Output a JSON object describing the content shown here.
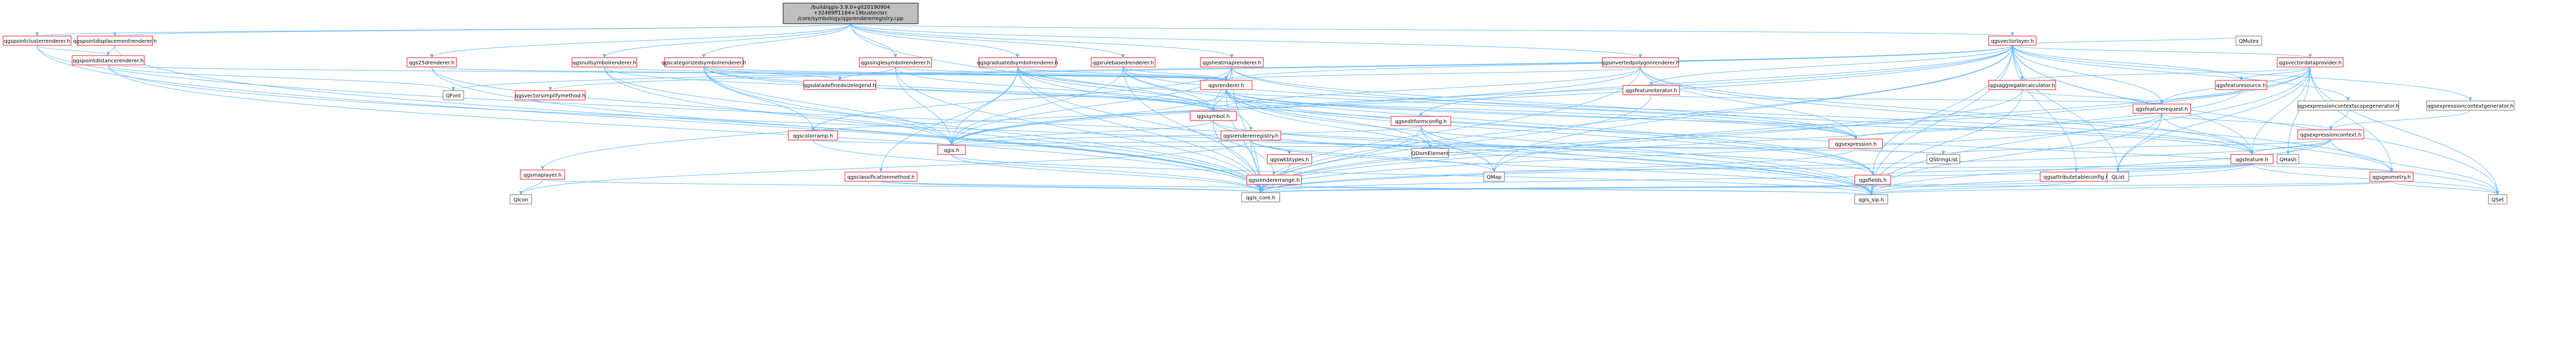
{
  "root": "/build/qgis-3.9.0+git20190904+32489ff1184+19buster/src/core/symbology/qgsrendererregistry.cpp",
  "nodes": [
    {
      "id": "root",
      "label": "/build/qgis-3.9.0+git20190904+32489ff1184+19buster/src/core/symbology/qgsrendererregistry.cpp",
      "kind": "root"
    },
    {
      "id": "pointcluster",
      "label": "qgspointclusterrenderer.h",
      "kind": "red"
    },
    {
      "id": "pointdisplacement",
      "label": "qgspointdisplacementrenderer.h",
      "kind": "red"
    },
    {
      "id": "pointdistance",
      "label": "qgspointdistancerenderer.h",
      "kind": "red"
    },
    {
      "id": "r25d",
      "label": "qgs25drenderer.h",
      "kind": "red"
    },
    {
      "id": "nullsymbol",
      "label": "qgsnullsymbolrenderer.h",
      "kind": "red"
    },
    {
      "id": "categorized",
      "label": "qgscategorizedsymbolrenderer.h",
      "kind": "red"
    },
    {
      "id": "singlesymbol",
      "label": "qgssinglesymbolrenderer.h",
      "kind": "red"
    },
    {
      "id": "graduated",
      "label": "qgsgraduatedsymbolrenderer.h",
      "kind": "red"
    },
    {
      "id": "rulebased",
      "label": "qgsrulebasedrenderer.h",
      "kind": "red"
    },
    {
      "id": "heatmap",
      "label": "qgsheatmaprenderer.h",
      "kind": "red"
    },
    {
      "id": "invertedpolygon",
      "label": "qgsinvertedpolygonrenderer.h",
      "kind": "red"
    },
    {
      "id": "vectorlayer",
      "label": "qgsvectorlayer.h",
      "kind": "red"
    },
    {
      "id": "qfont",
      "label": "QFont",
      "kind": "plain"
    },
    {
      "id": "vectorsimplify",
      "label": "qgsvectorsimplifymethod.h",
      "kind": "red"
    },
    {
      "id": "datadefinedlegend",
      "label": "qgsdatadefinedsizelegend.h",
      "kind": "red"
    },
    {
      "id": "renderer",
      "label": "qgsrenderer.h",
      "kind": "red"
    },
    {
      "id": "symbol",
      "label": "qgssymbol.h",
      "kind": "red"
    },
    {
      "id": "colorramp",
      "label": "qgscolorramp.h",
      "kind": "red"
    },
    {
      "id": "rendererregistry",
      "label": "qgsrendererregistry.h",
      "kind": "red"
    },
    {
      "id": "qgis",
      "label": "qgis.h",
      "kind": "red"
    },
    {
      "id": "mapmaplayer",
      "label": "qgsmaplayer.h",
      "kind": "red"
    },
    {
      "id": "qicon",
      "label": "QIcon",
      "kind": "plain"
    },
    {
      "id": "classificationmethod",
      "label": "qgsclassificationmethod.h",
      "kind": "red"
    },
    {
      "id": "wkbtypes",
      "label": "qgswkbtypes.h",
      "kind": "red"
    },
    {
      "id": "rendererrange",
      "label": "qgsrendererrange.h",
      "kind": "red"
    },
    {
      "id": "editformconfig",
      "label": "qgseditformconfig.h",
      "kind": "red"
    },
    {
      "id": "qdomelement",
      "label": "QDomElement",
      "kind": "plain"
    },
    {
      "id": "qmap",
      "label": "QMap",
      "kind": "plain"
    },
    {
      "id": "featureiterator",
      "label": "qgsfeatureiterator.h",
      "kind": "red"
    },
    {
      "id": "vectordataprovider",
      "label": "qgsvectordataprovider.h",
      "kind": "red"
    },
    {
      "id": "aggregatecalculator",
      "label": "qgsaggregatecalculator.h",
      "kind": "red"
    },
    {
      "id": "featurerequest",
      "label": "qgsfeaturerequest.h",
      "kind": "red"
    },
    {
      "id": "featuresource",
      "label": "qgsfeaturesource.h",
      "kind": "red"
    },
    {
      "id": "expressioncontextscopegen",
      "label": "qgsexpressioncontextscopegenerator.h",
      "kind": "plain"
    },
    {
      "id": "expressioncontextgen",
      "label": "qgsexpressioncontextgenerator.h",
      "kind": "plain"
    },
    {
      "id": "expressioncontext",
      "label": "qgsexpressioncontext.h",
      "kind": "red"
    },
    {
      "id": "expression",
      "label": "qgsexpression.h",
      "kind": "red"
    },
    {
      "id": "qstringlist",
      "label": "QStringList",
      "kind": "plain"
    },
    {
      "id": "qhash",
      "label": "QHash",
      "kind": "plain"
    },
    {
      "id": "feature",
      "label": "qgsfeature.h",
      "kind": "red"
    },
    {
      "id": "fields",
      "label": "qgsfields.h",
      "kind": "red"
    },
    {
      "id": "attributetableconfig",
      "label": "qgsattributetableconfig.h",
      "kind": "red"
    },
    {
      "id": "geometry",
      "label": "qgsgeometry.h",
      "kind": "red"
    },
    {
      "id": "qlist",
      "label": "QList",
      "kind": "plain"
    },
    {
      "id": "qmutex",
      "label": "QMutex",
      "kind": "plain"
    },
    {
      "id": "qset",
      "label": "QSet",
      "kind": "plain"
    },
    {
      "id": "core",
      "label": "qgis_core.h",
      "kind": "plain"
    },
    {
      "id": "sip",
      "label": "qgis_sip.h",
      "kind": "plain"
    }
  ],
  "edges": [
    [
      "root",
      "pointcluster"
    ],
    [
      "root",
      "pointdisplacement"
    ],
    [
      "root",
      "r25d"
    ],
    [
      "root",
      "nullsymbol"
    ],
    [
      "root",
      "categorized"
    ],
    [
      "root",
      "singlesymbol"
    ],
    [
      "root",
      "graduated"
    ],
    [
      "root",
      "rulebased"
    ],
    [
      "root",
      "heatmap"
    ],
    [
      "root",
      "invertedpolygon"
    ],
    [
      "root",
      "vectorlayer"
    ],
    [
      "root",
      "rendererregistry"
    ],
    [
      "pointcluster",
      "pointdistance"
    ],
    [
      "pointcluster",
      "core"
    ],
    [
      "pointcluster",
      "sip"
    ],
    [
      "pointdisplacement",
      "pointdistance"
    ],
    [
      "pointdisplacement",
      "core"
    ],
    [
      "pointdistance",
      "renderer"
    ],
    [
      "pointdistance",
      "qfont"
    ],
    [
      "pointdistance",
      "core"
    ],
    [
      "pointdistance",
      "sip"
    ],
    [
      "r25d",
      "renderer"
    ],
    [
      "r25d",
      "core"
    ],
    [
      "r25d",
      "qgis"
    ],
    [
      "nullsymbol",
      "renderer"
    ],
    [
      "nullsymbol",
      "symbol"
    ],
    [
      "nullsymbol",
      "core"
    ],
    [
      "nullsymbol",
      "qgis"
    ],
    [
      "categorized",
      "renderer"
    ],
    [
      "categorized",
      "symbol"
    ],
    [
      "categorized",
      "datadefinedlegend"
    ],
    [
      "categorized",
      "expression"
    ],
    [
      "categorized",
      "core"
    ],
    [
      "categorized",
      "qgis"
    ],
    [
      "categorized",
      "colorramp"
    ],
    [
      "singlesymbol",
      "renderer"
    ],
    [
      "singlesymbol",
      "symbol"
    ],
    [
      "singlesymbol",
      "datadefinedlegend"
    ],
    [
      "singlesymbol",
      "core"
    ],
    [
      "singlesymbol",
      "qgis"
    ],
    [
      "graduated",
      "renderer"
    ],
    [
      "graduated",
      "symbol"
    ],
    [
      "graduated",
      "classificationmethod"
    ],
    [
      "graduated",
      "rendererrange"
    ],
    [
      "graduated",
      "expression"
    ],
    [
      "graduated",
      "fields"
    ],
    [
      "graduated",
      "core"
    ],
    [
      "graduated",
      "qgis"
    ],
    [
      "rulebased",
      "renderer"
    ],
    [
      "rulebased",
      "symbol"
    ],
    [
      "rulebased",
      "fields"
    ],
    [
      "rulebased",
      "feature"
    ],
    [
      "rulebased",
      "core"
    ],
    [
      "rulebased",
      "qgis"
    ],
    [
      "heatmap",
      "renderer"
    ],
    [
      "heatmap",
      "symbol"
    ],
    [
      "heatmap",
      "expression"
    ],
    [
      "heatmap",
      "geometry"
    ],
    [
      "heatmap",
      "core"
    ],
    [
      "heatmap",
      "qgis"
    ],
    [
      "heatmap",
      "colorramp"
    ],
    [
      "invertedpolygon",
      "renderer"
    ],
    [
      "invertedpolygon",
      "symbol"
    ],
    [
      "invertedpolygon",
      "expression"
    ],
    [
      "invertedpolygon",
      "feature"
    ],
    [
      "invertedpolygon",
      "geometry"
    ],
    [
      "invertedpolygon",
      "core"
    ],
    [
      "invertedpolygon",
      "qgis"
    ],
    [
      "vectorlayer",
      "qmutex"
    ],
    [
      "vectorlayer",
      "qset"
    ],
    [
      "vectorlayer",
      "qlist"
    ],
    [
      "vectorlayer",
      "qmap"
    ],
    [
      "vectorlayer",
      "qfont"
    ],
    [
      "vectorlayer",
      "vectorsimplify"
    ],
    [
      "vectorlayer",
      "mapmaplayer"
    ],
    [
      "vectorlayer",
      "renderer"
    ],
    [
      "vectorlayer",
      "featureiterator"
    ],
    [
      "vectorlayer",
      "vectordataprovider"
    ],
    [
      "vectorlayer",
      "aggregatecalculator"
    ],
    [
      "vectorlayer",
      "featurerequest"
    ],
    [
      "vectorlayer",
      "featuresource"
    ],
    [
      "vectorlayer",
      "expressioncontextscopegen"
    ],
    [
      "vectorlayer",
      "expressioncontextgen"
    ],
    [
      "vectorlayer",
      "editformconfig"
    ],
    [
      "vectorlayer",
      "attributetableconfig"
    ],
    [
      "vectorlayer",
      "fields"
    ],
    [
      "vectorlayer",
      "feature"
    ],
    [
      "vectorlayer",
      "core"
    ],
    [
      "vectorlayer",
      "sip"
    ],
    [
      "vectorlayer",
      "qgis"
    ],
    [
      "renderer",
      "symbol"
    ],
    [
      "renderer",
      "fields"
    ],
    [
      "renderer",
      "feature"
    ],
    [
      "renderer",
      "expression"
    ],
    [
      "renderer",
      "qdomelement"
    ],
    [
      "renderer",
      "qset"
    ],
    [
      "renderer",
      "qmap"
    ],
    [
      "renderer",
      "core"
    ],
    [
      "renderer",
      "sip"
    ],
    [
      "renderer",
      "qgis"
    ],
    [
      "symbol",
      "qgis"
    ],
    [
      "symbol",
      "core"
    ],
    [
      "symbol",
      "sip"
    ],
    [
      "symbol",
      "fields"
    ],
    [
      "colorramp",
      "qgis"
    ],
    [
      "colorramp",
      "core"
    ],
    [
      "rendererregistry",
      "core"
    ],
    [
      "rendererregistry",
      "qgis"
    ],
    [
      "rendererregistry",
      "qmap"
    ],
    [
      "rendererregistry",
      "qstringlist"
    ],
    [
      "rendererregistry",
      "qdomelement"
    ],
    [
      "rendererregistry",
      "qicon"
    ],
    [
      "rendererregistry",
      "wkbtypes"
    ],
    [
      "rendererregistry",
      "sip"
    ],
    [
      "qgis",
      "core"
    ],
    [
      "qgis",
      "sip"
    ],
    [
      "mapmaplayer",
      "core"
    ],
    [
      "mapmaplayer",
      "qicon"
    ],
    [
      "classificationmethod",
      "core"
    ],
    [
      "classificationmethod",
      "sip"
    ],
    [
      "wkbtypes",
      "core"
    ],
    [
      "rendererrange",
      "core"
    ],
    [
      "rendererrange",
      "sip"
    ],
    [
      "editformconfig",
      "core"
    ],
    [
      "editformconfig",
      "qmap"
    ],
    [
      "editformconfig",
      "qdomelement"
    ],
    [
      "editformconfig",
      "qgis"
    ],
    [
      "editformconfig",
      "sip"
    ],
    [
      "featureiterator",
      "featurerequest"
    ],
    [
      "featureiterator",
      "core"
    ],
    [
      "vectordataprovider",
      "core"
    ],
    [
      "vectordataprovider",
      "qset"
    ],
    [
      "vectordataprovider",
      "qlist"
    ],
    [
      "vectordataprovider",
      "qmap"
    ],
    [
      "vectordataprovider",
      "qhash"
    ],
    [
      "vectordataprovider",
      "aggregatecalculator"
    ],
    [
      "vectordataprovider",
      "featurerequest"
    ],
    [
      "vectordataprovider",
      "featuresource"
    ],
    [
      "vectordataprovider",
      "feature"
    ],
    [
      "vectordataprovider",
      "geometry"
    ],
    [
      "vectordataprovider",
      "sip"
    ],
    [
      "aggregatecalculator",
      "featurerequest"
    ],
    [
      "aggregatecalculator",
      "core"
    ],
    [
      "aggregatecalculator",
      "sip"
    ],
    [
      "featurerequest",
      "core"
    ],
    [
      "featurerequest",
      "sip"
    ],
    [
      "featurerequest",
      "qlist"
    ],
    [
      "featurerequest",
      "feature"
    ],
    [
      "featurerequest",
      "expression"
    ],
    [
      "featurerequest",
      "expressioncontext"
    ],
    [
      "featuresource",
      "featurerequest"
    ],
    [
      "featuresource",
      "core"
    ],
    [
      "expressioncontextscopegen",
      "expressioncontext"
    ],
    [
      "expressioncontextgen",
      "expressioncontext"
    ],
    [
      "expressioncontext",
      "core"
    ],
    [
      "expressioncontext",
      "sip"
    ],
    [
      "expressioncontext",
      "qstringlist"
    ],
    [
      "expressioncontext",
      "qhash"
    ],
    [
      "expressioncontext",
      "qset"
    ],
    [
      "expressioncontext",
      "feature"
    ],
    [
      "expression",
      "core"
    ],
    [
      "expression",
      "qstringlist"
    ],
    [
      "expression",
      "qgis"
    ],
    [
      "feature",
      "core"
    ],
    [
      "feature",
      "sip"
    ],
    [
      "feature",
      "qlist"
    ],
    [
      "feature",
      "qmap"
    ],
    [
      "feature",
      "qset"
    ],
    [
      "feature",
      "fields"
    ],
    [
      "feature",
      "geometry"
    ],
    [
      "fields",
      "core"
    ],
    [
      "fields",
      "sip"
    ],
    [
      "attributetableconfig",
      "core"
    ],
    [
      "attributetableconfig",
      "sip"
    ],
    [
      "geometry",
      "core"
    ],
    [
      "geometry",
      "sip"
    ],
    [
      "geometry",
      "qset"
    ]
  ]
}
